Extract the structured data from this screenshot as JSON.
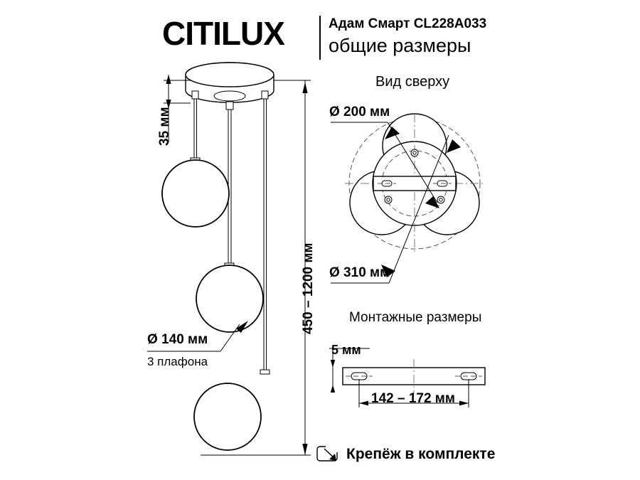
{
  "header": {
    "logo_ci": "CITI",
    "logo_lux": "LUX",
    "product": "Адам Смарт CL228A033",
    "subtitle": "общие размеры"
  },
  "front_view": {
    "dim_plate_height": "35 мм",
    "dim_drop": "450 – 1200 мм",
    "globe_diameter": "Ø 140 мм",
    "globe_count_note": "3 плафона"
  },
  "top_view": {
    "title": "Вид сверху",
    "dim_plate": "Ø 200 мм",
    "dim_spread": "Ø 310 мм"
  },
  "mount_view": {
    "title": "Монтажные размеры",
    "dim_thickness": "5 мм",
    "dim_span": "142 – 172 мм"
  },
  "footer": {
    "note": "Крепёж в комплекте",
    "icon": "arrow-down-right-box-icon"
  },
  "colors": {
    "line": "#000000",
    "dash": "#555555",
    "background": "#ffffff"
  }
}
